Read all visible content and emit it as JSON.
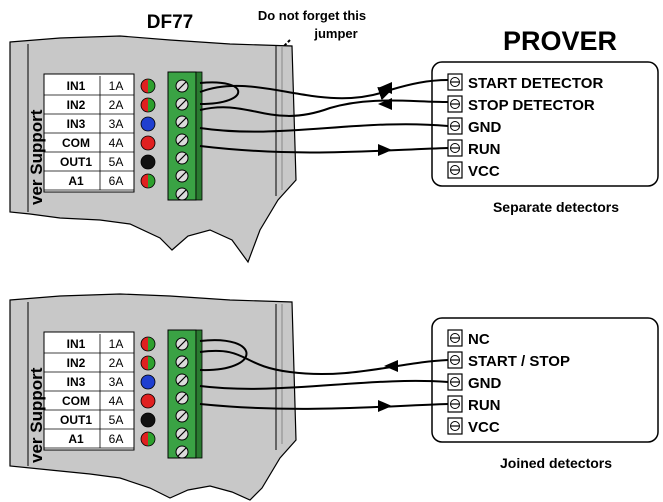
{
  "top_label": "DF77",
  "note": {
    "line1": "Do not forget this",
    "line2": "jumper"
  },
  "prover_title": "PROVER",
  "panel_side_label": "ver Support",
  "colors": {
    "panel_gray": "#c8c8c8",
    "terminal_green": "#3aa244",
    "led_red": "#e02020",
    "led_blue": "#1f3fd0",
    "led_black": "#111111",
    "led_green": "#2ea02e"
  },
  "diagrams": [
    {
      "terminals": [
        {
          "name": "IN1",
          "code": "1A",
          "led": "red-green"
        },
        {
          "name": "IN2",
          "code": "2A",
          "led": "red-green"
        },
        {
          "name": "IN3",
          "code": "3A",
          "led": "blue"
        },
        {
          "name": "COM",
          "code": "4A",
          "led": "red"
        },
        {
          "name": "OUT1",
          "code": "5A",
          "led": "black"
        },
        {
          "name": "A1",
          "code": "6A",
          "led": "red-green"
        }
      ],
      "prover_terminals": [
        "START DETECTOR",
        "STOP DETECTOR",
        "GND",
        "RUN",
        "VCC"
      ],
      "caption": "Separate detectors"
    },
    {
      "terminals": [
        {
          "name": "IN1",
          "code": "1A",
          "led": "red-green"
        },
        {
          "name": "IN2",
          "code": "2A",
          "led": "red-green"
        },
        {
          "name": "IN3",
          "code": "3A",
          "led": "blue"
        },
        {
          "name": "COM",
          "code": "4A",
          "led": "red"
        },
        {
          "name": "OUT1",
          "code": "5A",
          "led": "black"
        },
        {
          "name": "A1",
          "code": "6A",
          "led": "red-green"
        }
      ],
      "prover_terminals": [
        "NC",
        "START / STOP",
        "GND",
        "RUN",
        "VCC"
      ],
      "caption": "Joined detectors"
    }
  ]
}
